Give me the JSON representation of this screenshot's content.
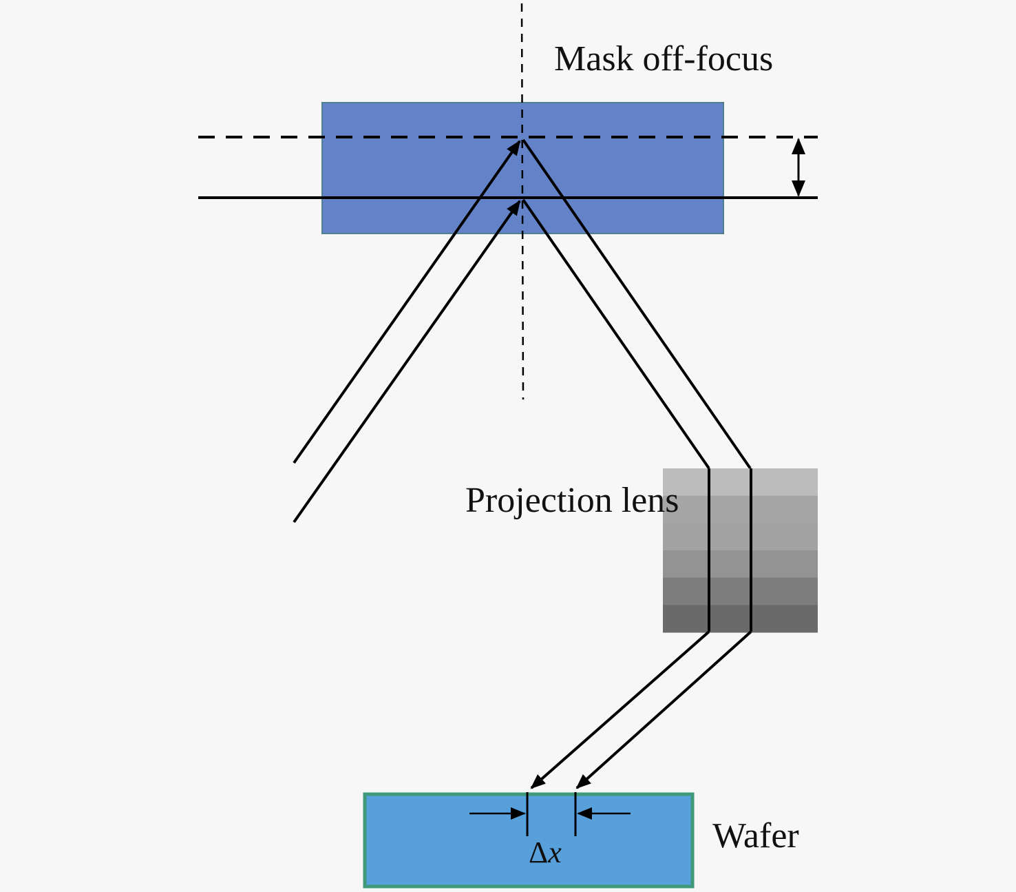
{
  "diagram": {
    "title": "Mask off-focus induced image displacement",
    "labels": {
      "mask": "Mask off-focus",
      "lens": "Projection lens",
      "wafer": "Wafer",
      "delta_symbol": "Δ",
      "delta_var": "x"
    },
    "colors": {
      "background": "#f7f7f7",
      "mask_fill": "#6382c8",
      "mask_border": "#4f7f8f",
      "wafer_fill": "#58a0dc",
      "wafer_border": "#3f9a7a",
      "lens_bands": [
        "#bcbcbc",
        "#a6a6a6",
        "#a2a2a2",
        "#939393",
        "#7d7d7d",
        "#6a6a6a"
      ],
      "ray": "#000000"
    },
    "components": [
      {
        "id": "mask",
        "type": "mask"
      },
      {
        "id": "focal-plane-nominal",
        "style": "solid"
      },
      {
        "id": "focal-plane-defocused",
        "style": "dashed"
      },
      {
        "id": "optical-axis",
        "style": "dashed"
      },
      {
        "id": "projection-lens",
        "type": "lens"
      },
      {
        "id": "wafer",
        "type": "substrate"
      }
    ]
  }
}
